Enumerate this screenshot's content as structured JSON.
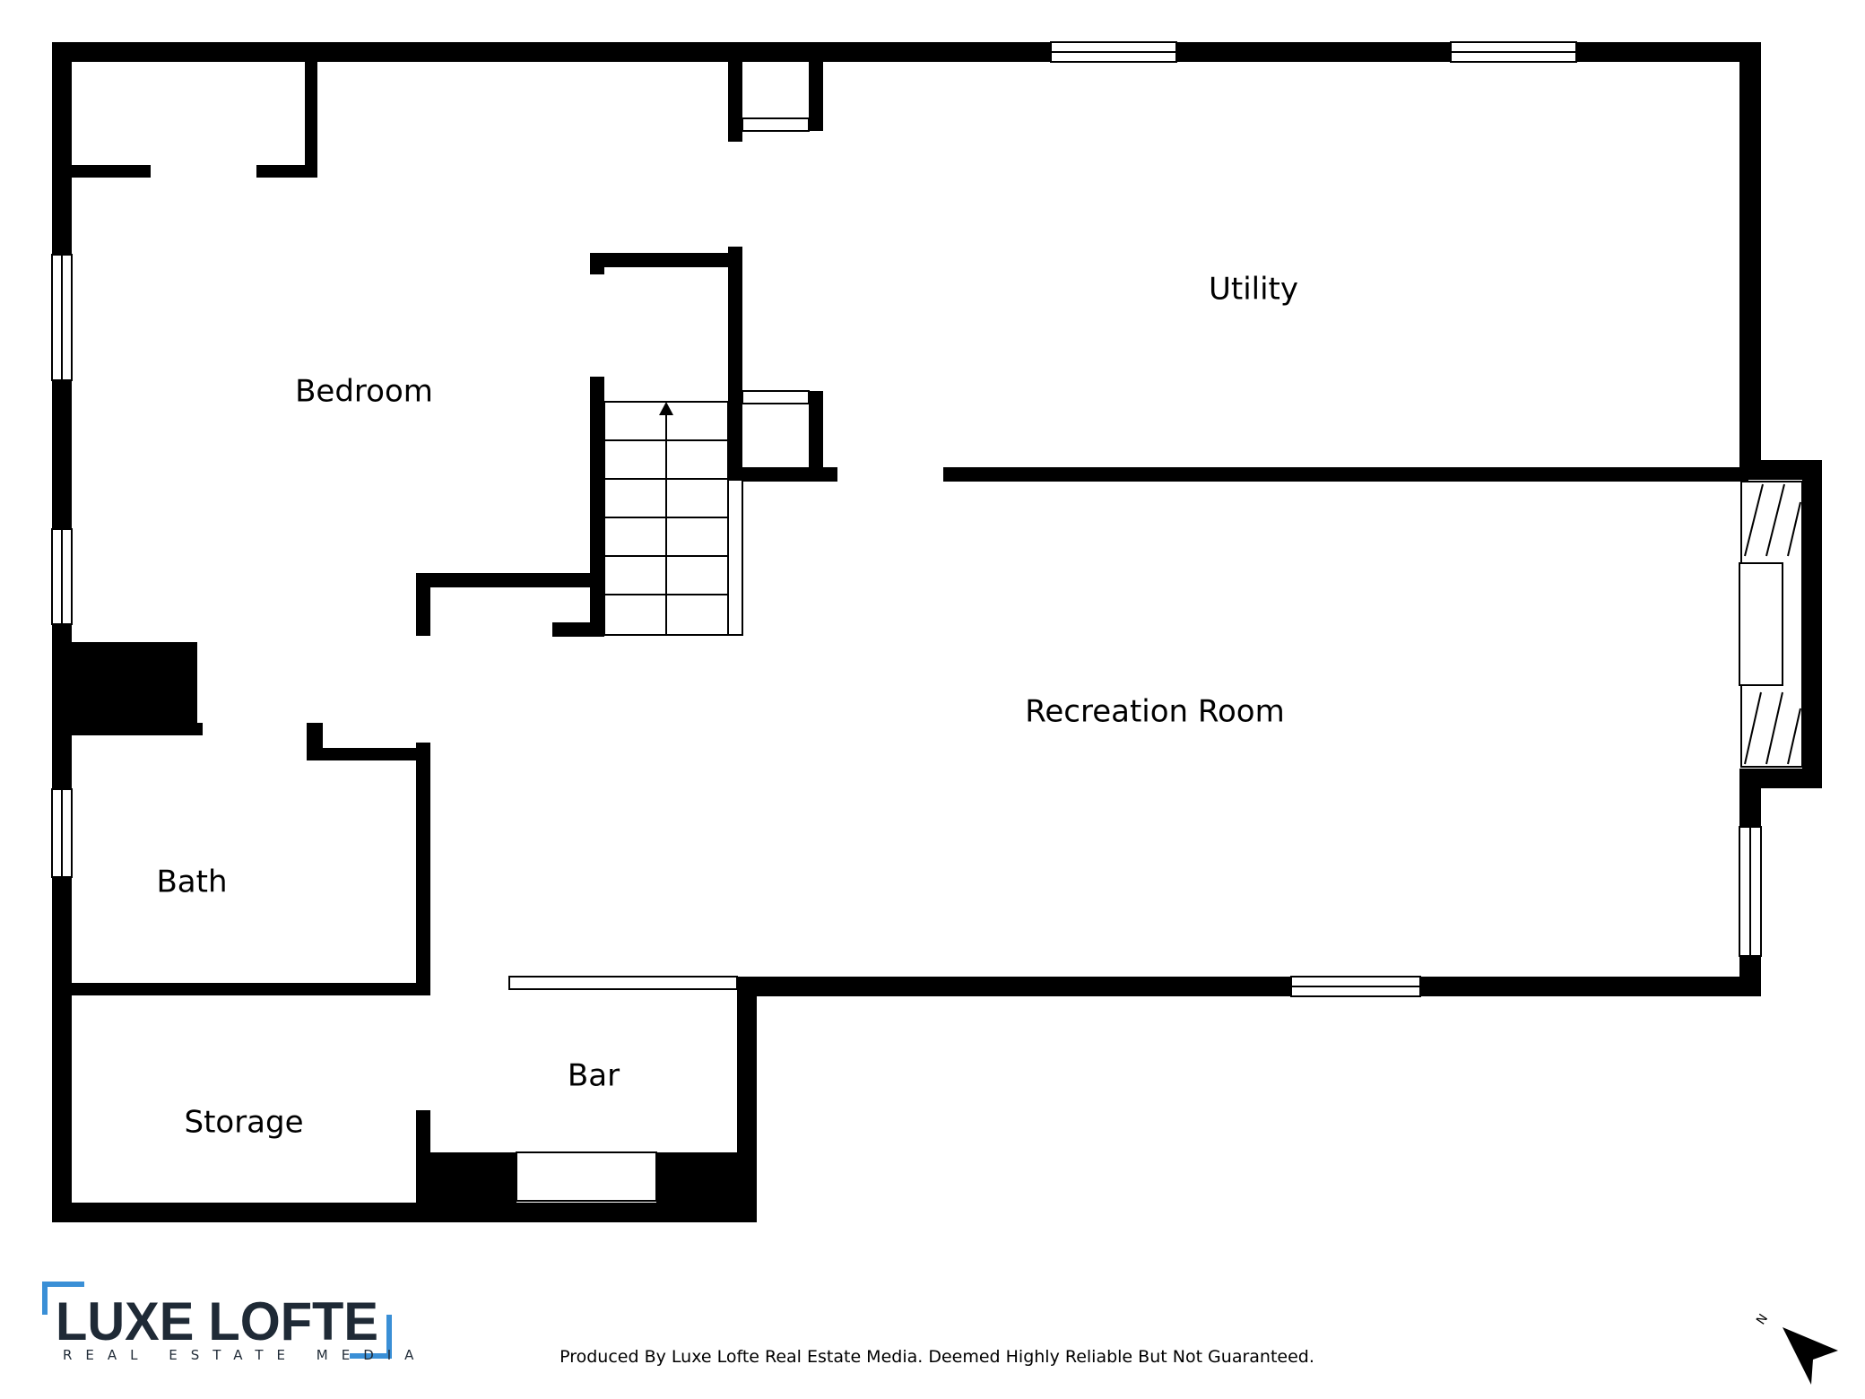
{
  "rooms": {
    "bedroom": "Bedroom",
    "utility": "Utility",
    "recreation": "Recreation Room",
    "bath": "Bath",
    "storage": "Storage",
    "bar": "Bar"
  },
  "logo": {
    "name": "LUXE LOFTE",
    "subtitle": "REAL ESTATE MEDIA",
    "accent_color": "#3a8fd6"
  },
  "footer": {
    "disclaimer": "Produced By Luxe Lofte Real Estate Media. Deemed Highly Reliable But Not Guaranteed."
  },
  "compass": {
    "label": "N"
  },
  "colors": {
    "wall": "#000000",
    "background": "#ffffff"
  }
}
